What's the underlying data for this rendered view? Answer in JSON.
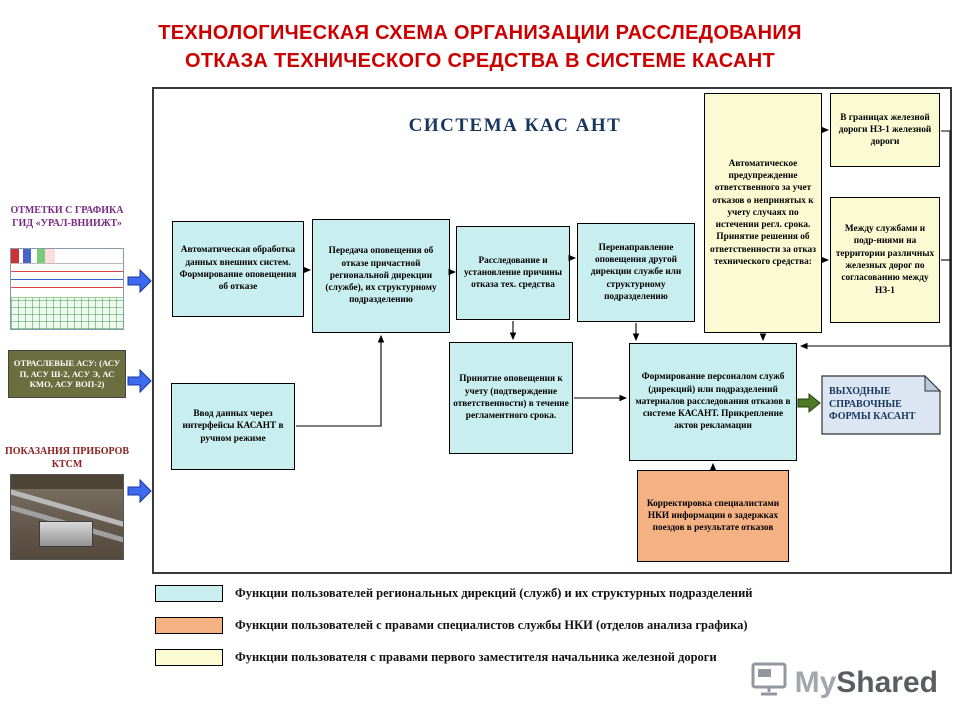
{
  "colors": {
    "title_red": "#cc0000",
    "navy": "#17375e",
    "node_cyan": "#c9eef0",
    "node_yellow": "#fbfad2",
    "node_orange": "#f4b183",
    "asu_green": "#6b6e3f",
    "arrow_blue": "#3e6af0",
    "arrow_green": "#4e7a27",
    "doc_blue": "#dce6f2"
  },
  "title": {
    "line1": "ТЕХНОЛОГИЧЕСКАЯ СХЕМА ОРГАНИЗАЦИИ РАССЛЕДОВАНИЯ",
    "line2": "ОТКАЗА ТЕХНИЧЕСКОГО СРЕДСТВА В СИСТЕМЕ КАСАНТ"
  },
  "system_title": "СИСТЕМА КАС АНТ",
  "inputs": {
    "gid_label": "ОТМЕТКИ С ГРАФИКА ГИД «УРАЛ-ВНИИЖТ»",
    "asu_label": "ОТРАСЛЕВЫЕ АСУ: (АСУ П, АСУ Ш-2, АСУ Э, АС КМО, АСУ ВОП-2)",
    "ktsm_label": "ПОКАЗАНИЯ ПРИБОРОВ КТСМ"
  },
  "nodes": {
    "auto_processing": "Автоматическая обработка данных внешних систем. Формирование оповещения об отказе",
    "transfer": "Передача оповещения об отказе причастной региональной дирекции (службе), их структурному подразделению",
    "investigation": "Расследование и установление причины отказа тех. средства",
    "redirect": "Перенаправление оповещения другой дирекции службе или структурному подразделению",
    "manual_input": "Ввод данных через интерфейсы КАСАНТ в ручном режиме",
    "acceptance": "Принятие оповещения к учету (подтверждение ответственности) в течение регламентного срока.",
    "formation": "Формирование персоналом служб (дирекций) или подразделений материалов расследования отказов в системе КАСАНТ. Прикрепление актов рекламации",
    "auto_warning": "Автоматическое предупреждение ответственного за учет отказов о непринятых к учету случаях по истечении регл. срока. Принятие решения об ответственности за отказ технического средства:",
    "within_road": "В границах железной дороги НЗ-1 железной дороги",
    "between_roads": "Между службами и подр-ниями на территории различных железных дорог по согласованию между НЗ-1",
    "correction": "Корректировка специалистами НКИ информации о задержках поездов в результате отказов"
  },
  "output_doc_label": "ВЫХОДНЫЕ СПРАВОЧНЫЕ ФОРМЫ КАСАНТ",
  "legend": {
    "items": [
      {
        "color": "#c9eef0",
        "label": "Функции пользователей региональных дирекций (служб) и их структурных подразделений"
      },
      {
        "color": "#f4b183",
        "label": "Функции пользователей с правами специалистов службы НКИ (отделов анализа графика)"
      },
      {
        "color": "#fbfad2",
        "label": "Функции пользователя с правами первого заместителя начальника железной дороги"
      }
    ]
  },
  "watermark": {
    "my": "My",
    "shared": "Shared"
  }
}
